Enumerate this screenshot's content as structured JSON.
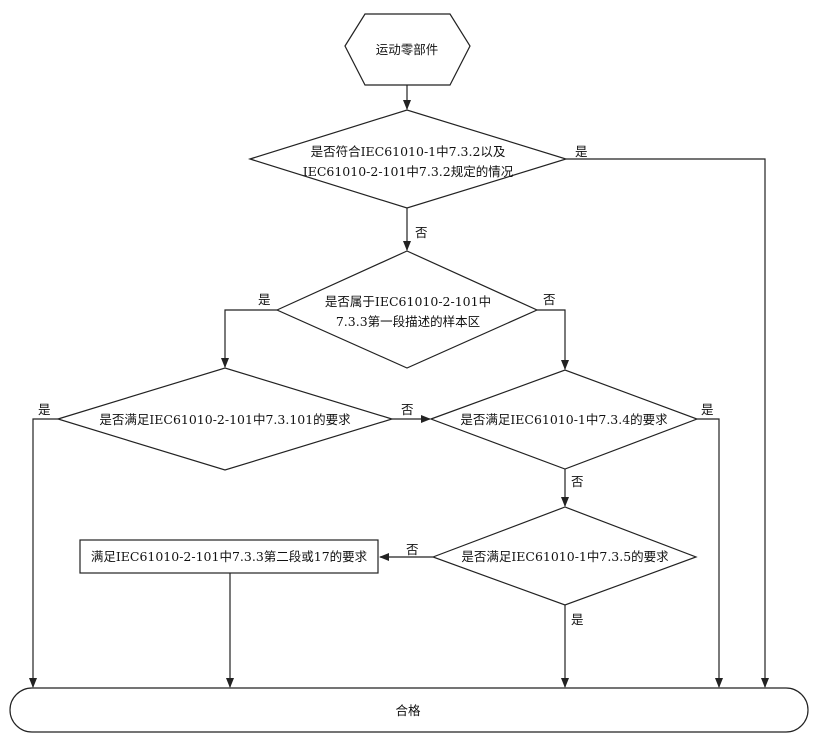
{
  "nodes": {
    "start": "运动零部件",
    "q1_line1": "是否符合IEC61010-1中7.3.2以及",
    "q1_line2": "IEC61010-2-101中7.3.2规定的情况",
    "q2_line1": "是否属于IEC61010-2-101中",
    "q2_line2": "7.3.3第一段描述的样本区",
    "q3": "是否满足IEC61010-2-101中7.3.101的要求",
    "q4": "是否满足IEC61010-1中7.3.4的要求",
    "q5": "是否满足IEC61010-1中7.3.5的要求",
    "box": "满足IEC61010-2-101中7.3.3第二段或17的要求",
    "end": "合格"
  },
  "edge_labels": {
    "q1_yes": "是",
    "q1_no": "否",
    "q2_yes": "是",
    "q2_no": "否",
    "q3_yes": "是",
    "q3_no": "否",
    "q4_yes": "是",
    "q4_no": "否",
    "q5_no": "否",
    "q5_yes": "是"
  }
}
